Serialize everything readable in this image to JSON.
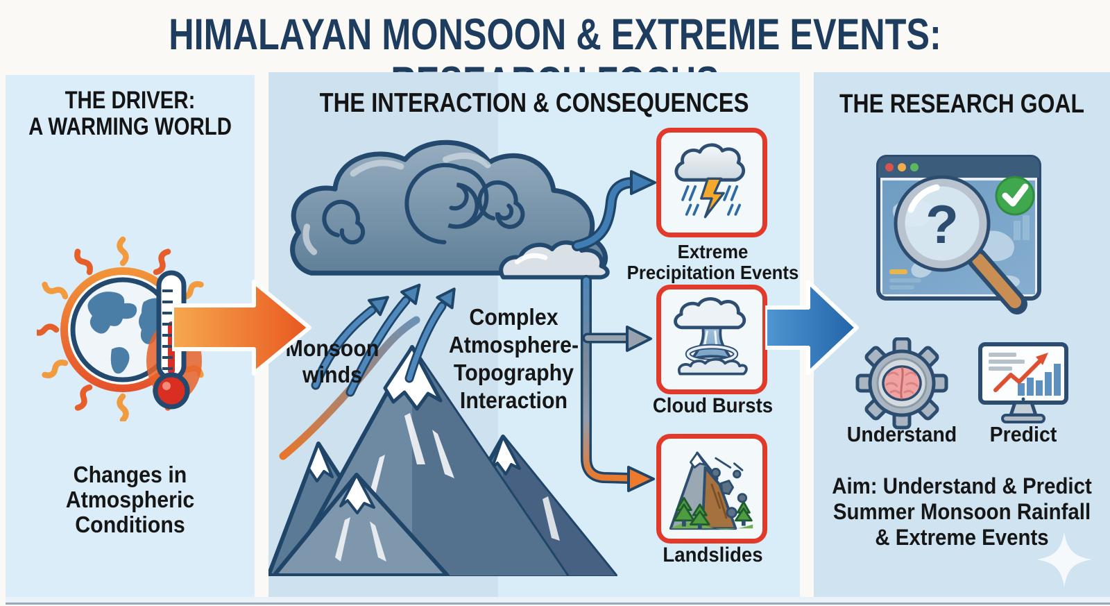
{
  "title": "HIMALAYAN MONSOON & EXTREME EVENTS: RESEARCH FOCUS",
  "colors": {
    "title_text": "#1d3c5e",
    "panel_left_bg": "#dbedf8",
    "panel_middle_left_bg": "#cee1ef",
    "panel_middle_right_bg": "#d9edf8",
    "panel_right_bg": "#cfe3f0",
    "box_border_red": "#e13a2b",
    "arrow_orange": "#ec6a28",
    "arrow_blue": "#2f6fae",
    "outline_navy": "#24496e",
    "heading_text": "#141414"
  },
  "left_panel": {
    "header_line1": "THE DRIVER:",
    "header_line2": "A WARMING WORLD",
    "icon": "warming-globe-thermometer-icon",
    "caption_line1": "Changes in",
    "caption_line2": "Atmospheric",
    "caption_line3": "Conditions"
  },
  "flow": {
    "driver_to_interaction_arrow": "orange-right-arrow",
    "interaction_to_goal_arrow": "blue-right-arrow"
  },
  "middle_panel": {
    "header": "THE INTERACTION & CONSEQUENCES",
    "cloud_icon": "storm-clouds-icon",
    "mountains_icon": "himalayan-mountains-icon",
    "monsoon_label_line1": "Monsoon",
    "monsoon_label_line2": "winds",
    "interaction_line1": "Complex",
    "interaction_line2": "Atmosphere-",
    "interaction_line3": "Topography",
    "interaction_line4": "Interaction",
    "consequences": [
      {
        "icon": "storm-rain-lightning-icon",
        "label_line1": "Extreme",
        "label_line2": "Precipitation Events"
      },
      {
        "icon": "cloudburst-icon",
        "label": "Cloud Bursts"
      },
      {
        "icon": "landslide-icon",
        "label": "Landslides"
      }
    ]
  },
  "right_panel": {
    "header": "THE RESEARCH GOAL",
    "analysis_icon": "map-magnifier-window-icon",
    "magnifier_glyph": "?",
    "check_icon": "green-check-icon",
    "goals": [
      {
        "icon": "gear-brain-icon",
        "label": "Understand"
      },
      {
        "icon": "monitor-chart-icon",
        "label": "Predict"
      }
    ],
    "aim_line1": "Aim: Understand & Predict",
    "aim_line2": "Summer Monsoon Rainfall",
    "aim_line3": "& Extreme Events",
    "sparkle_icon": "sparkle-icon"
  }
}
